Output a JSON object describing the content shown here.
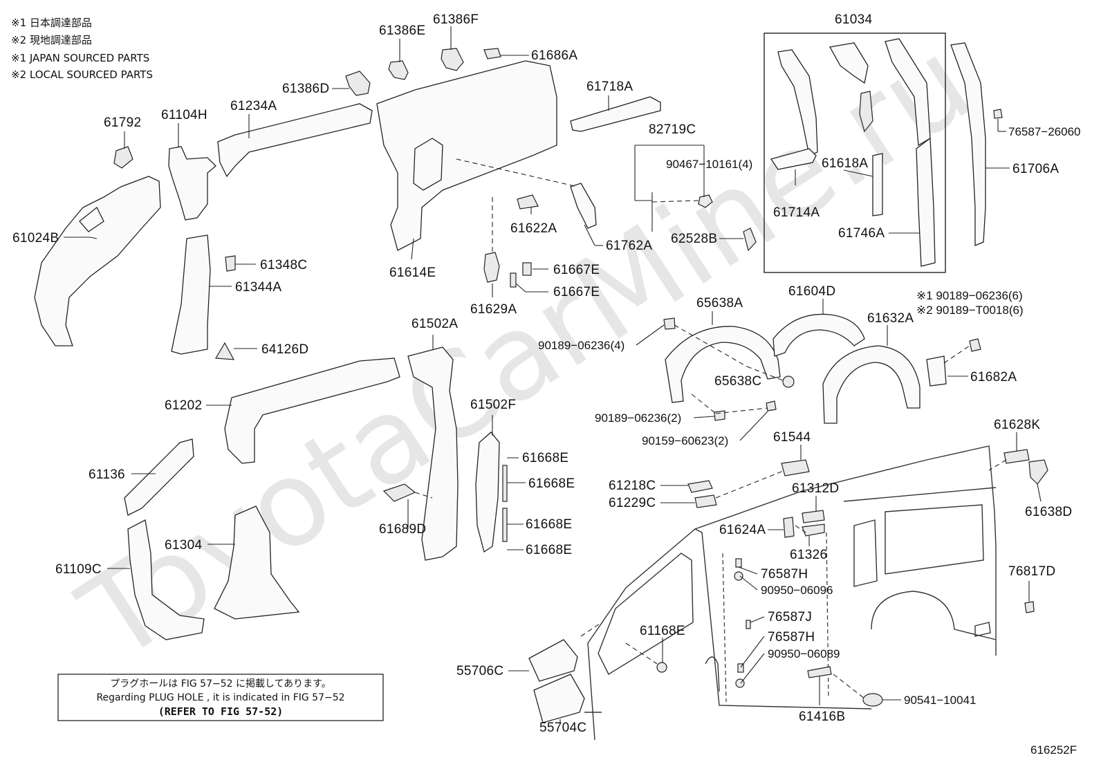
{
  "watermark": "ToyotaCarMine.ru",
  "legend": [
    "※1  日本調達部品",
    "※2  現地調達部品",
    "※1  JAPAN SOURCED PARTS",
    "※2  LOCAL SOURCED PARTS"
  ],
  "note": {
    "line1": "プラグホールは FIG  57−52 に掲載してあります。",
    "line2": "Regarding  PLUG  HOLE , it is indicated in  FIG  57−52",
    "line3": "(REFER TO FIG 57-52)"
  },
  "diagram_code": "616252F",
  "group_box_label": "61034",
  "labels": {
    "p61386E": "61386E",
    "p61386F": "61386F",
    "p61686A": "61686A",
    "p61386D": "61386D",
    "p61234A": "61234A",
    "p61104H": "61104H",
    "p61792": "61792",
    "p61024B": "61024B",
    "p61718A": "61718A",
    "p82719C": "82719C",
    "p90467": "90467−10161(4)",
    "p61622A": "61622A",
    "p61762A": "61762A",
    "p62528B": "62528B",
    "p61614E": "61614E",
    "p61348C": "61348C",
    "p61344A": "61344A",
    "p61667E_1": "61667E",
    "p61667E_2": "61667E",
    "p61629A": "61629A",
    "p64126D": "64126D",
    "p61618A": "61618A",
    "p61714A": "61714A",
    "p61746A": "61746A",
    "p76587_26060": "76587−26060",
    "p61706A": "61706A",
    "p65638A": "65638A",
    "p61604D": "61604D",
    "p61632A": "61632A",
    "p90189_j": "※1 90189−06236(6)",
    "p90189_l": "※2 90189−T0018(6)",
    "p90189_4": "90189−06236(4)",
    "p65638C": "65638C",
    "p61682A": "61682A",
    "p90189_2": "90189−06236(2)",
    "p90159": "90159−60623(2)",
    "p61502A": "61502A",
    "p61202": "61202",
    "p61502F": "61502F",
    "p61544": "61544",
    "p61628K": "61628K",
    "p61668E_1": "61668E",
    "p61668E_2": "61668E",
    "p61668E_3": "61668E",
    "p61668E_4": "61668E",
    "p61136": "61136",
    "p61218C": "61218C",
    "p61229C": "61229C",
    "p61312D": "61312D",
    "p61638D": "61638D",
    "p61689D": "61689D",
    "p61624A": "61624A",
    "p61326": "61326",
    "p61304": "61304",
    "p61109C": "61109C",
    "p76587H_1": "76587H",
    "p90950_06096": "90950−06096",
    "p76817D": "76817D",
    "p61168E": "61168E",
    "p76587J": "76587J",
    "p76587H_2": "76587H",
    "p90950_06089": "90950−06089",
    "p55706C": "55706C",
    "p90541": "90541−10041",
    "p61416B": "61416B",
    "p55704C": "55704C"
  }
}
